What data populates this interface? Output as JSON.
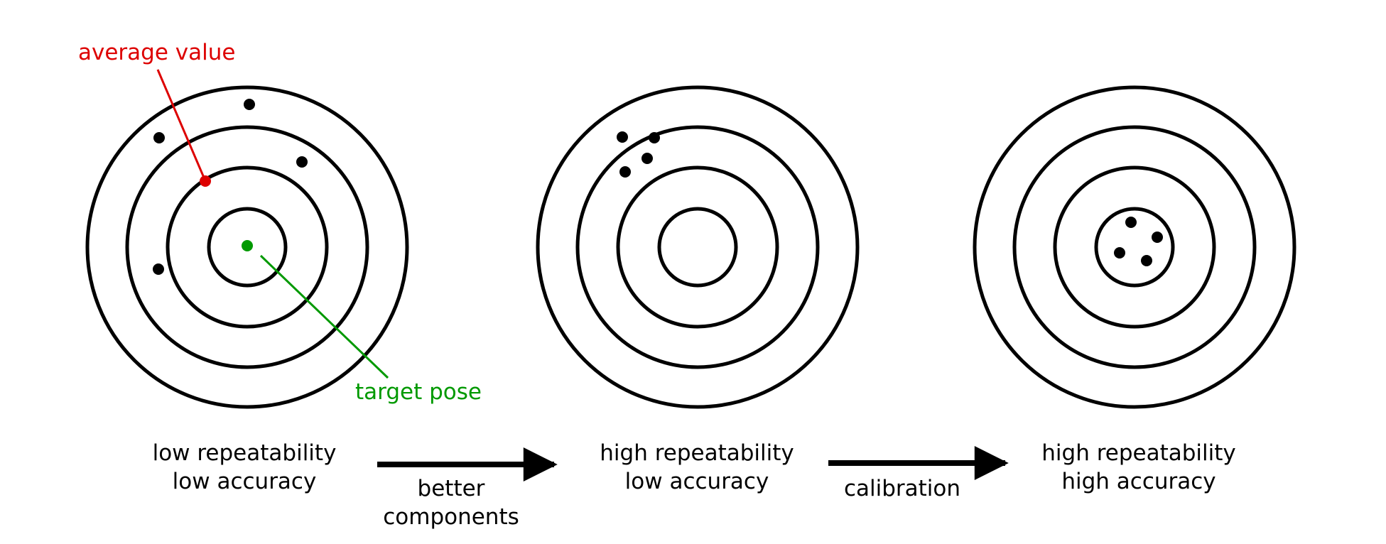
{
  "annotations": {
    "average_value": "average value",
    "target_pose": "target pose"
  },
  "targets": [
    {
      "line1": "low repeatability",
      "line2": "low accuracy"
    },
    {
      "line1": "high repeatability",
      "line2": "low accuracy"
    },
    {
      "line1": "high repeatability",
      "line2": "high accuracy"
    }
  ],
  "arrows": [
    {
      "line1": "better",
      "line2": "components"
    },
    {
      "line1": "calibration"
    }
  ],
  "colors": {
    "ink": "#000000",
    "average": "#dd0000",
    "target": "#009900"
  }
}
